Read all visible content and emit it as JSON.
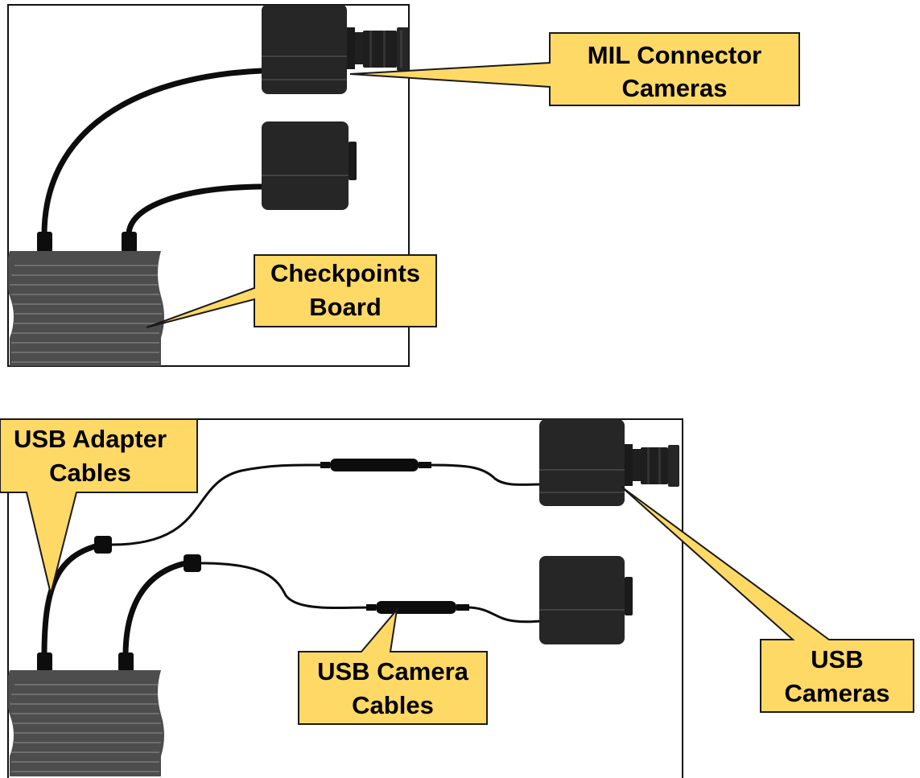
{
  "colors": {
    "callout_fill": "#FFD966",
    "callout_stroke": "#1a1a1a",
    "camera_body": "#262626",
    "camera_line": "#4a4a4a",
    "board_fill": "#4d4d4d",
    "board_stripe": "#6e6e6e",
    "cable": "#0d0d0d",
    "frame_stroke": "#111111"
  },
  "top_panel": {
    "callouts": {
      "mil_cameras": {
        "line1": "MIL Connector",
        "line2": "Cameras"
      },
      "checkpoints_board": {
        "line1": "Checkpoints",
        "line2": "Board"
      }
    }
  },
  "bottom_panel": {
    "callouts": {
      "usb_adapter_cables": {
        "line1": "USB Adapter",
        "line2": "Cables"
      },
      "usb_camera_cables": {
        "line1": "USB Camera",
        "line2": "Cables"
      },
      "usb_cameras": {
        "line1": "USB",
        "line2": "Cameras"
      }
    }
  }
}
